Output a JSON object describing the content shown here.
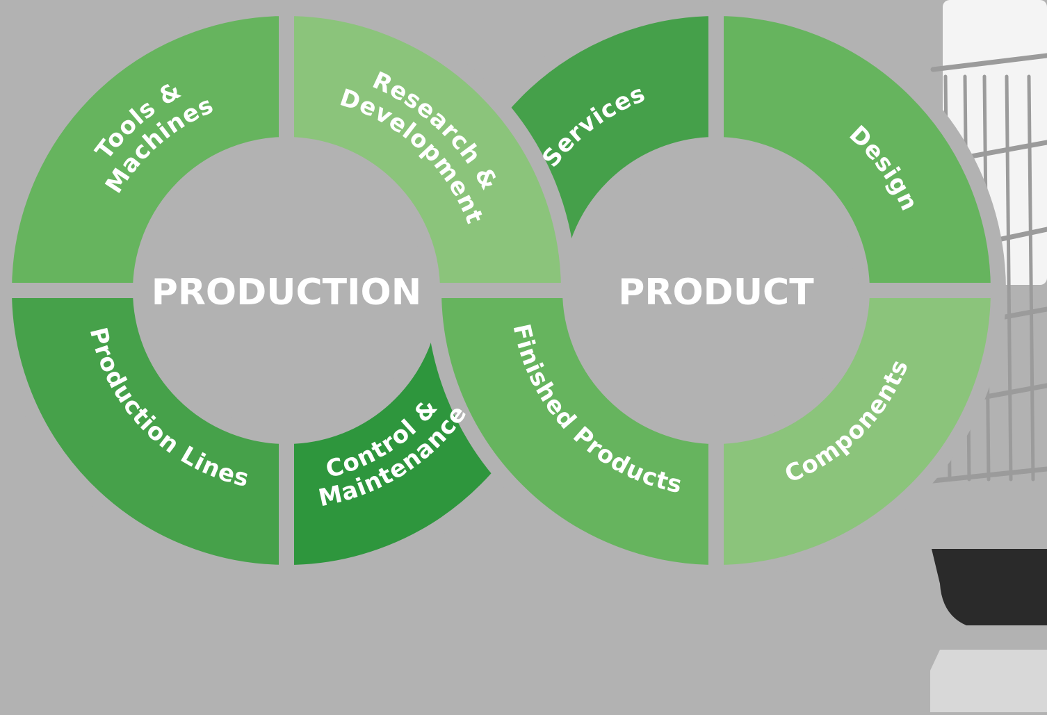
{
  "diagram": {
    "background": "#b2b2b2",
    "gap_color": "#b2b2b2",
    "left_ring": {
      "center_label": "PRODUCTION",
      "segments": [
        {
          "id": "tools",
          "lines": [
            "Tools &",
            "Machines"
          ],
          "color": "#66b45e"
        },
        {
          "id": "rnd",
          "lines": [
            "Research &",
            "Development"
          ],
          "color": "#8bc47b"
        },
        {
          "id": "control",
          "lines": [
            "Control &",
            "Maintenance"
          ],
          "color": "#2e963d"
        },
        {
          "id": "lines",
          "lines": [
            "Production Lines"
          ],
          "color": "#46a14a"
        }
      ]
    },
    "right_ring": {
      "center_label": "PRODUCT",
      "segments": [
        {
          "id": "services",
          "lines": [
            "Services"
          ],
          "color": "#45a04a"
        },
        {
          "id": "design",
          "lines": [
            "Design"
          ],
          "color": "#66b45e"
        },
        {
          "id": "components",
          "lines": [
            "Components"
          ],
          "color": "#8bc47b"
        },
        {
          "id": "finished",
          "lines": [
            "Finished Products"
          ],
          "color": "#66b45e"
        }
      ]
    },
    "side_image": {
      "description_icon": "dish-rack-photo",
      "panel_color": "#f4f4f4",
      "wire_color": "#9b9b9b",
      "dark_part_color": "#2a2a2a"
    }
  }
}
